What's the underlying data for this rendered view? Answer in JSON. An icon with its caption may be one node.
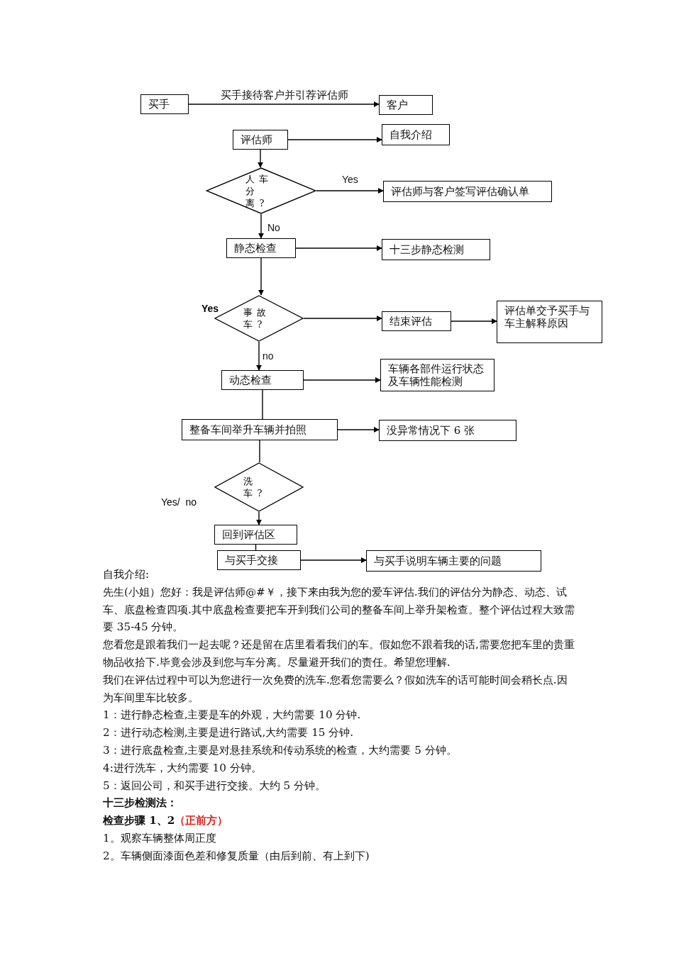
{
  "diagram": {
    "nodes": [
      {
        "text": [
          "买手"
        ]
      },
      {
        "text": [
          "客户"
        ]
      },
      {
        "text": [
          "评估师"
        ]
      },
      {
        "text": [
          "自我介绍"
        ]
      },
      {
        "text": [
          "人车分离?"
        ]
      },
      {
        "text": [
          "评估师与客户签写评估确认单"
        ]
      },
      {
        "text": [
          "静态检查"
        ]
      },
      {
        "text": [
          "十三步静态检测"
        ]
      },
      {
        "text": [
          "事故车?"
        ]
      },
      {
        "text": [
          "结束评估"
        ]
      },
      {
        "text": [
          "评估单交予买手与车主解释原因"
        ]
      },
      {
        "text": [
          "动态检查"
        ]
      },
      {
        "text": [
          "车辆各部件运行状态及车辆性能检测"
        ]
      },
      {
        "text": [
          "整备车间举升车辆并拍照"
        ]
      },
      {
        "text": [
          "没异常情况下 6 张"
        ]
      },
      {
        "text": [
          "洗车?"
        ]
      },
      {
        "text": [
          "回到评估区"
        ]
      },
      {
        "text": [
          "与买手交接"
        ]
      },
      {
        "text": [
          "与买手说明车辆主要的问题"
        ]
      }
    ],
    "edges": [
      {
        "from": 0,
        "to": 1,
        "arrow": "to",
        "label": "买手接待客户并引荐评估师"
      },
      {
        "from": 2,
        "to": 3,
        "arrow": "to"
      },
      {
        "from": 2,
        "to": 4,
        "arrow": "to"
      },
      {
        "from": 4,
        "to": 5,
        "arrow": "to",
        "label": "Yes"
      },
      {
        "from": 4,
        "to": 6,
        "arrow": "to",
        "label": "No"
      },
      {
        "from": 6,
        "to": 7,
        "arrow": "to"
      },
      {
        "from": 6,
        "to": 8,
        "arrow": "to"
      },
      {
        "from": 8,
        "to": 9,
        "arrow": "to"
      },
      {
        "from": 9,
        "to": 10,
        "arrow": "to"
      },
      {
        "from": 8,
        "to": 11,
        "arrow": "to",
        "label": "no"
      },
      {
        "from": 11,
        "to": 12,
        "arrow": "to"
      },
      {
        "from": 11,
        "to": 13,
        "arrow": "none"
      },
      {
        "from": 13,
        "to": 14,
        "arrow": "to"
      },
      {
        "from": 13,
        "to": 15,
        "arrow": "none"
      },
      {
        "from": 15,
        "to": 16,
        "arrow": "to"
      },
      {
        "from": 16,
        "to": 17,
        "arrow": "none"
      },
      {
        "from": 17,
        "to": 18,
        "arrow": "to"
      }
    ],
    "labels": [
      "Yes",
      "Yes/  no",
      "自我介绍:",
      "先生(小姐）您好：我是评估师@#￥，接下来由我为您的爱车评估.我们的评估分为静态、动态、试车、底盘检查四项.其中底盘检查要把车开到我们公司的整备车间上举升架检查。整个评估过程大致需要 35-45 分钟。",
      "您看您是跟着我们一起去呢？还是留在店里看看我们的车。假如您不跟着我的话,需要您把车里的贵重物品收拾下.毕竟会涉及到您与车分离。尽量避开我们的责任。希望您理解.",
      "我们在评估过程中可以为您进行一次免费的洗车.您看您需要么？假如洗车的话可能时间会稍长点.因为车间里车比较多。",
      "1：进行静态检查,主要是车的外观，大约需要 10 分钟.",
      "2：进行动态检测,主要是进行路试,大约需要 15 分钟.",
      "3：进行底盘检查,主要是对悬挂系统和传动系统的检查，大约需要 5 分钟。",
      "4:进行洗车，大约需要 10 分钟。",
      "5：返回公司，和买手进行交接。大约 5 分钟。",
      "十三步检测法：",
      "检查步骤 1、2",
      "（正前方）",
      "1。观察车辆整体周正度",
      "2。车辆侧面漆面色差和修复质量（由后到前、有上到下)"
    ]
  }
}
